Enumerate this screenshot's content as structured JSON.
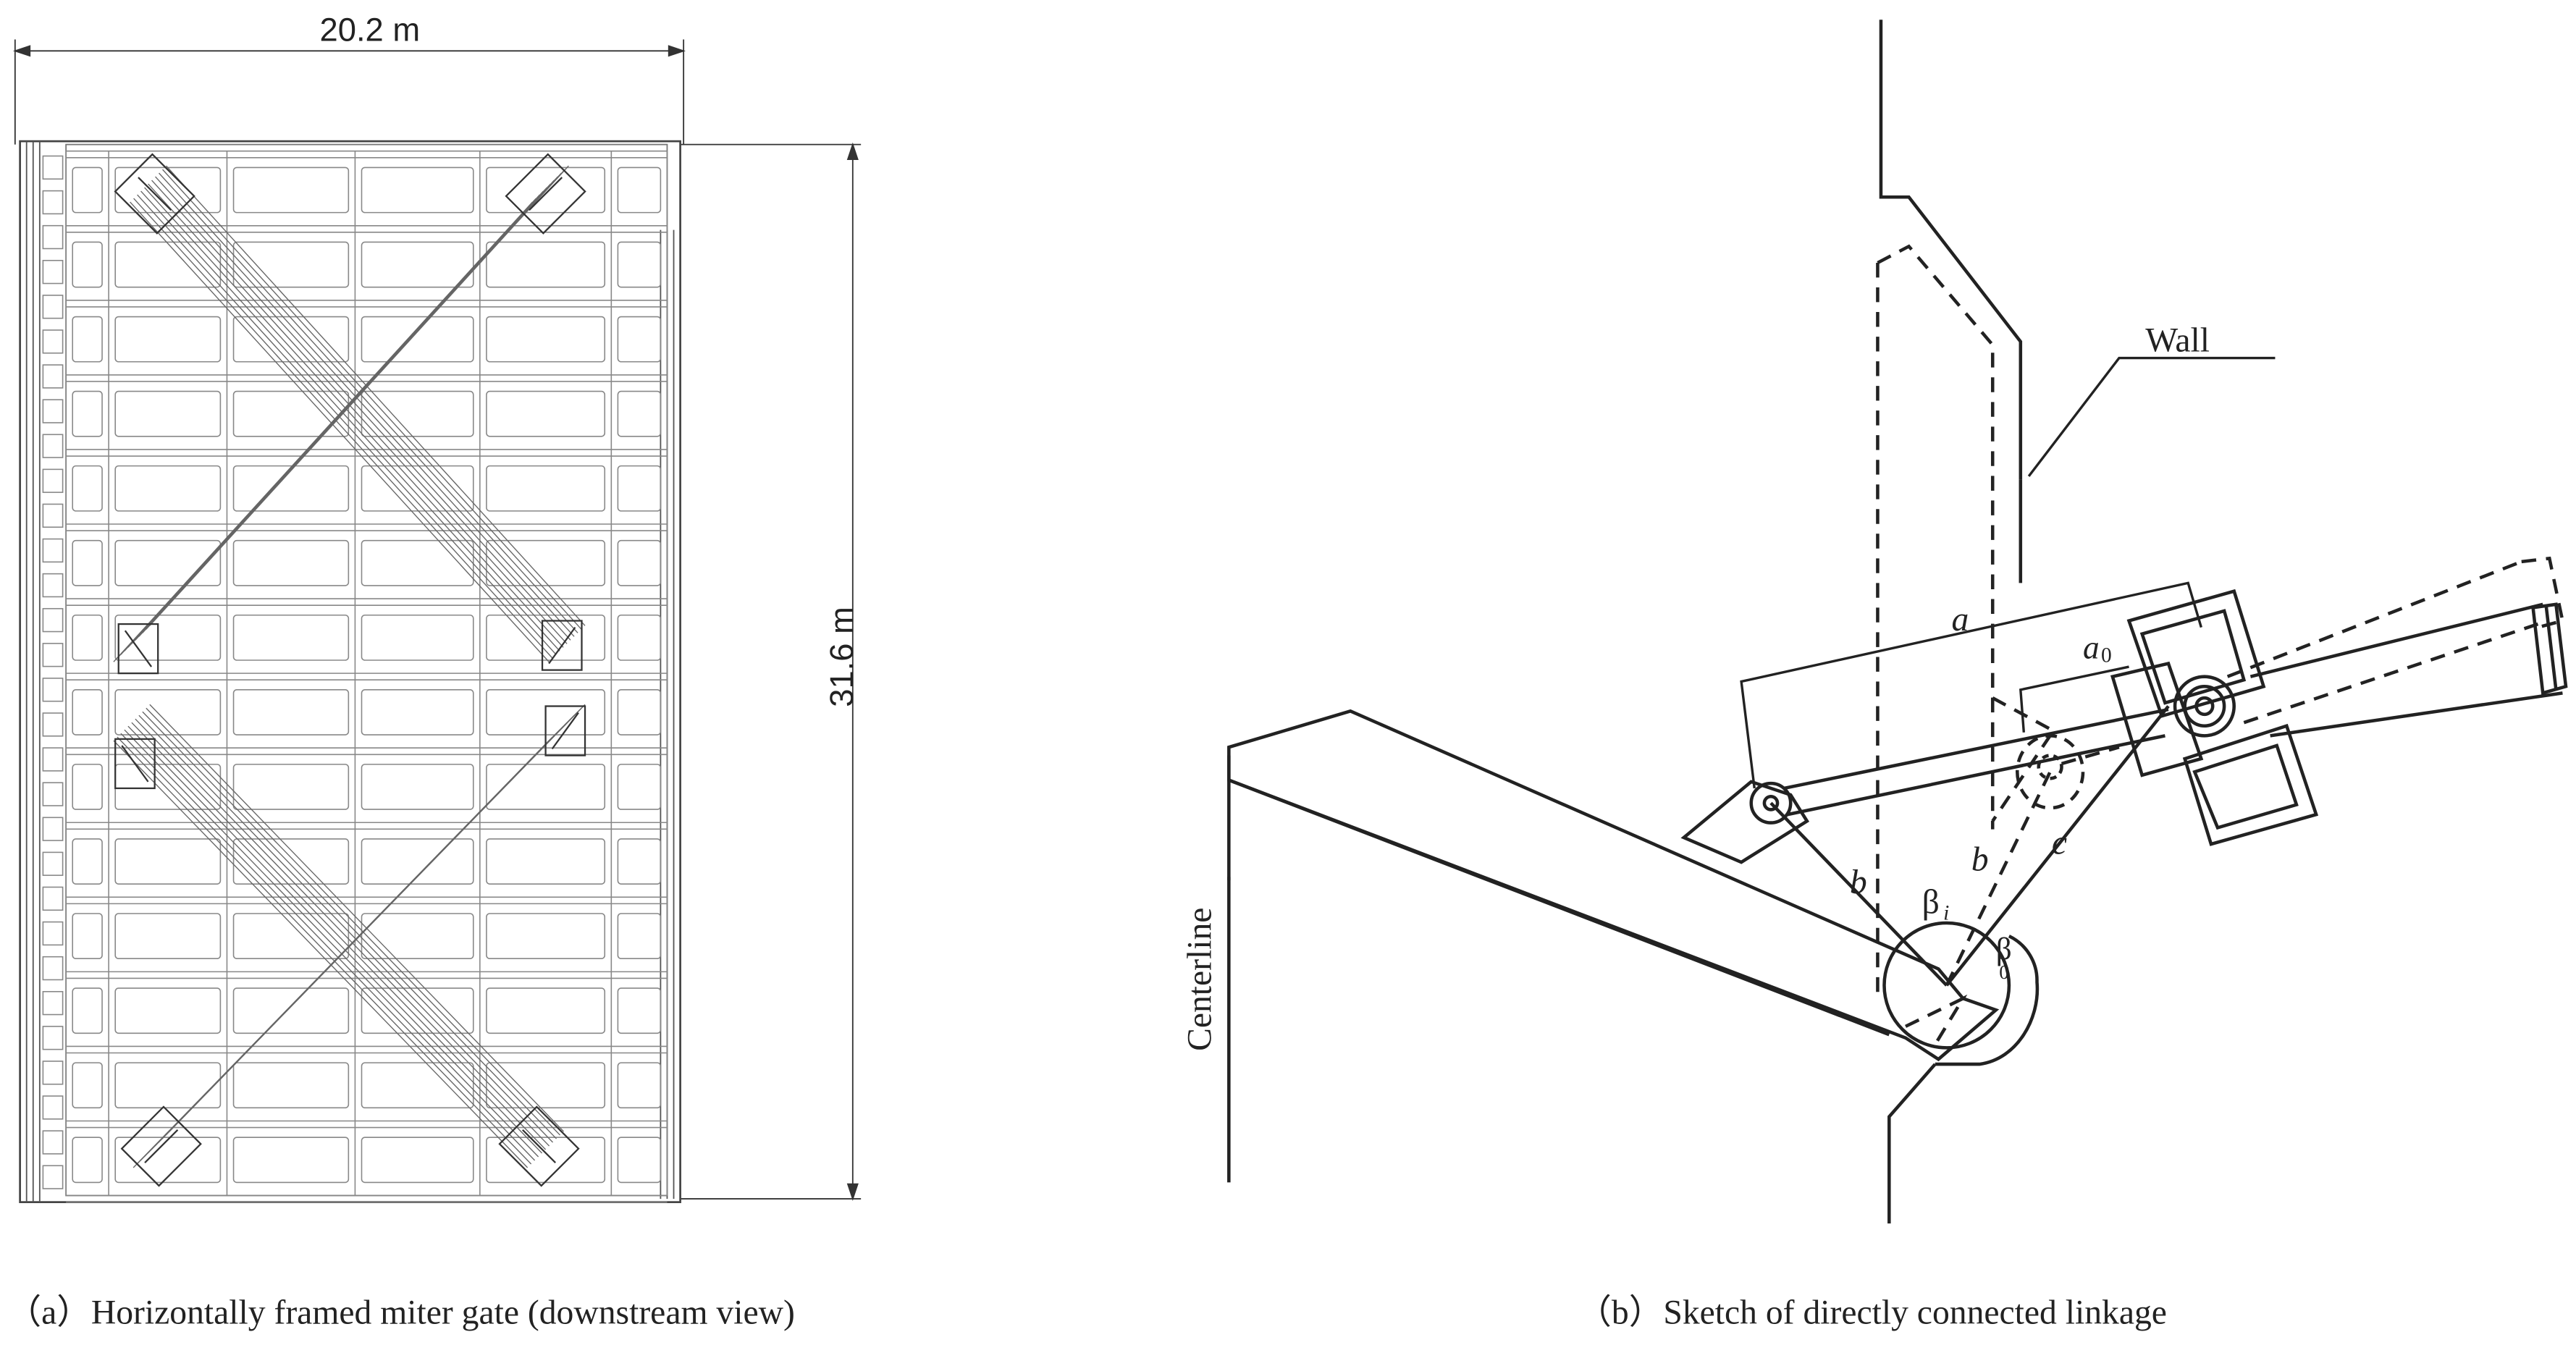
{
  "panel_a": {
    "width_dimension": "20.2 m",
    "height_dimension": "31.6 m",
    "caption": "（a）Horizontally framed miter gate (downstream view)"
  },
  "panel_b": {
    "wall_label": "Wall",
    "centerline_label": "Centerline",
    "labels": {
      "a": "a",
      "a0_main": "a",
      "a0_sub": "0",
      "b_left": "b",
      "b_right": "b",
      "c": "c",
      "beta_i_main": "β",
      "beta_i_sub": "i",
      "beta_0_main": "β",
      "beta_0_sub": "0"
    },
    "caption": "（b）Sketch of directly connected linkage"
  }
}
